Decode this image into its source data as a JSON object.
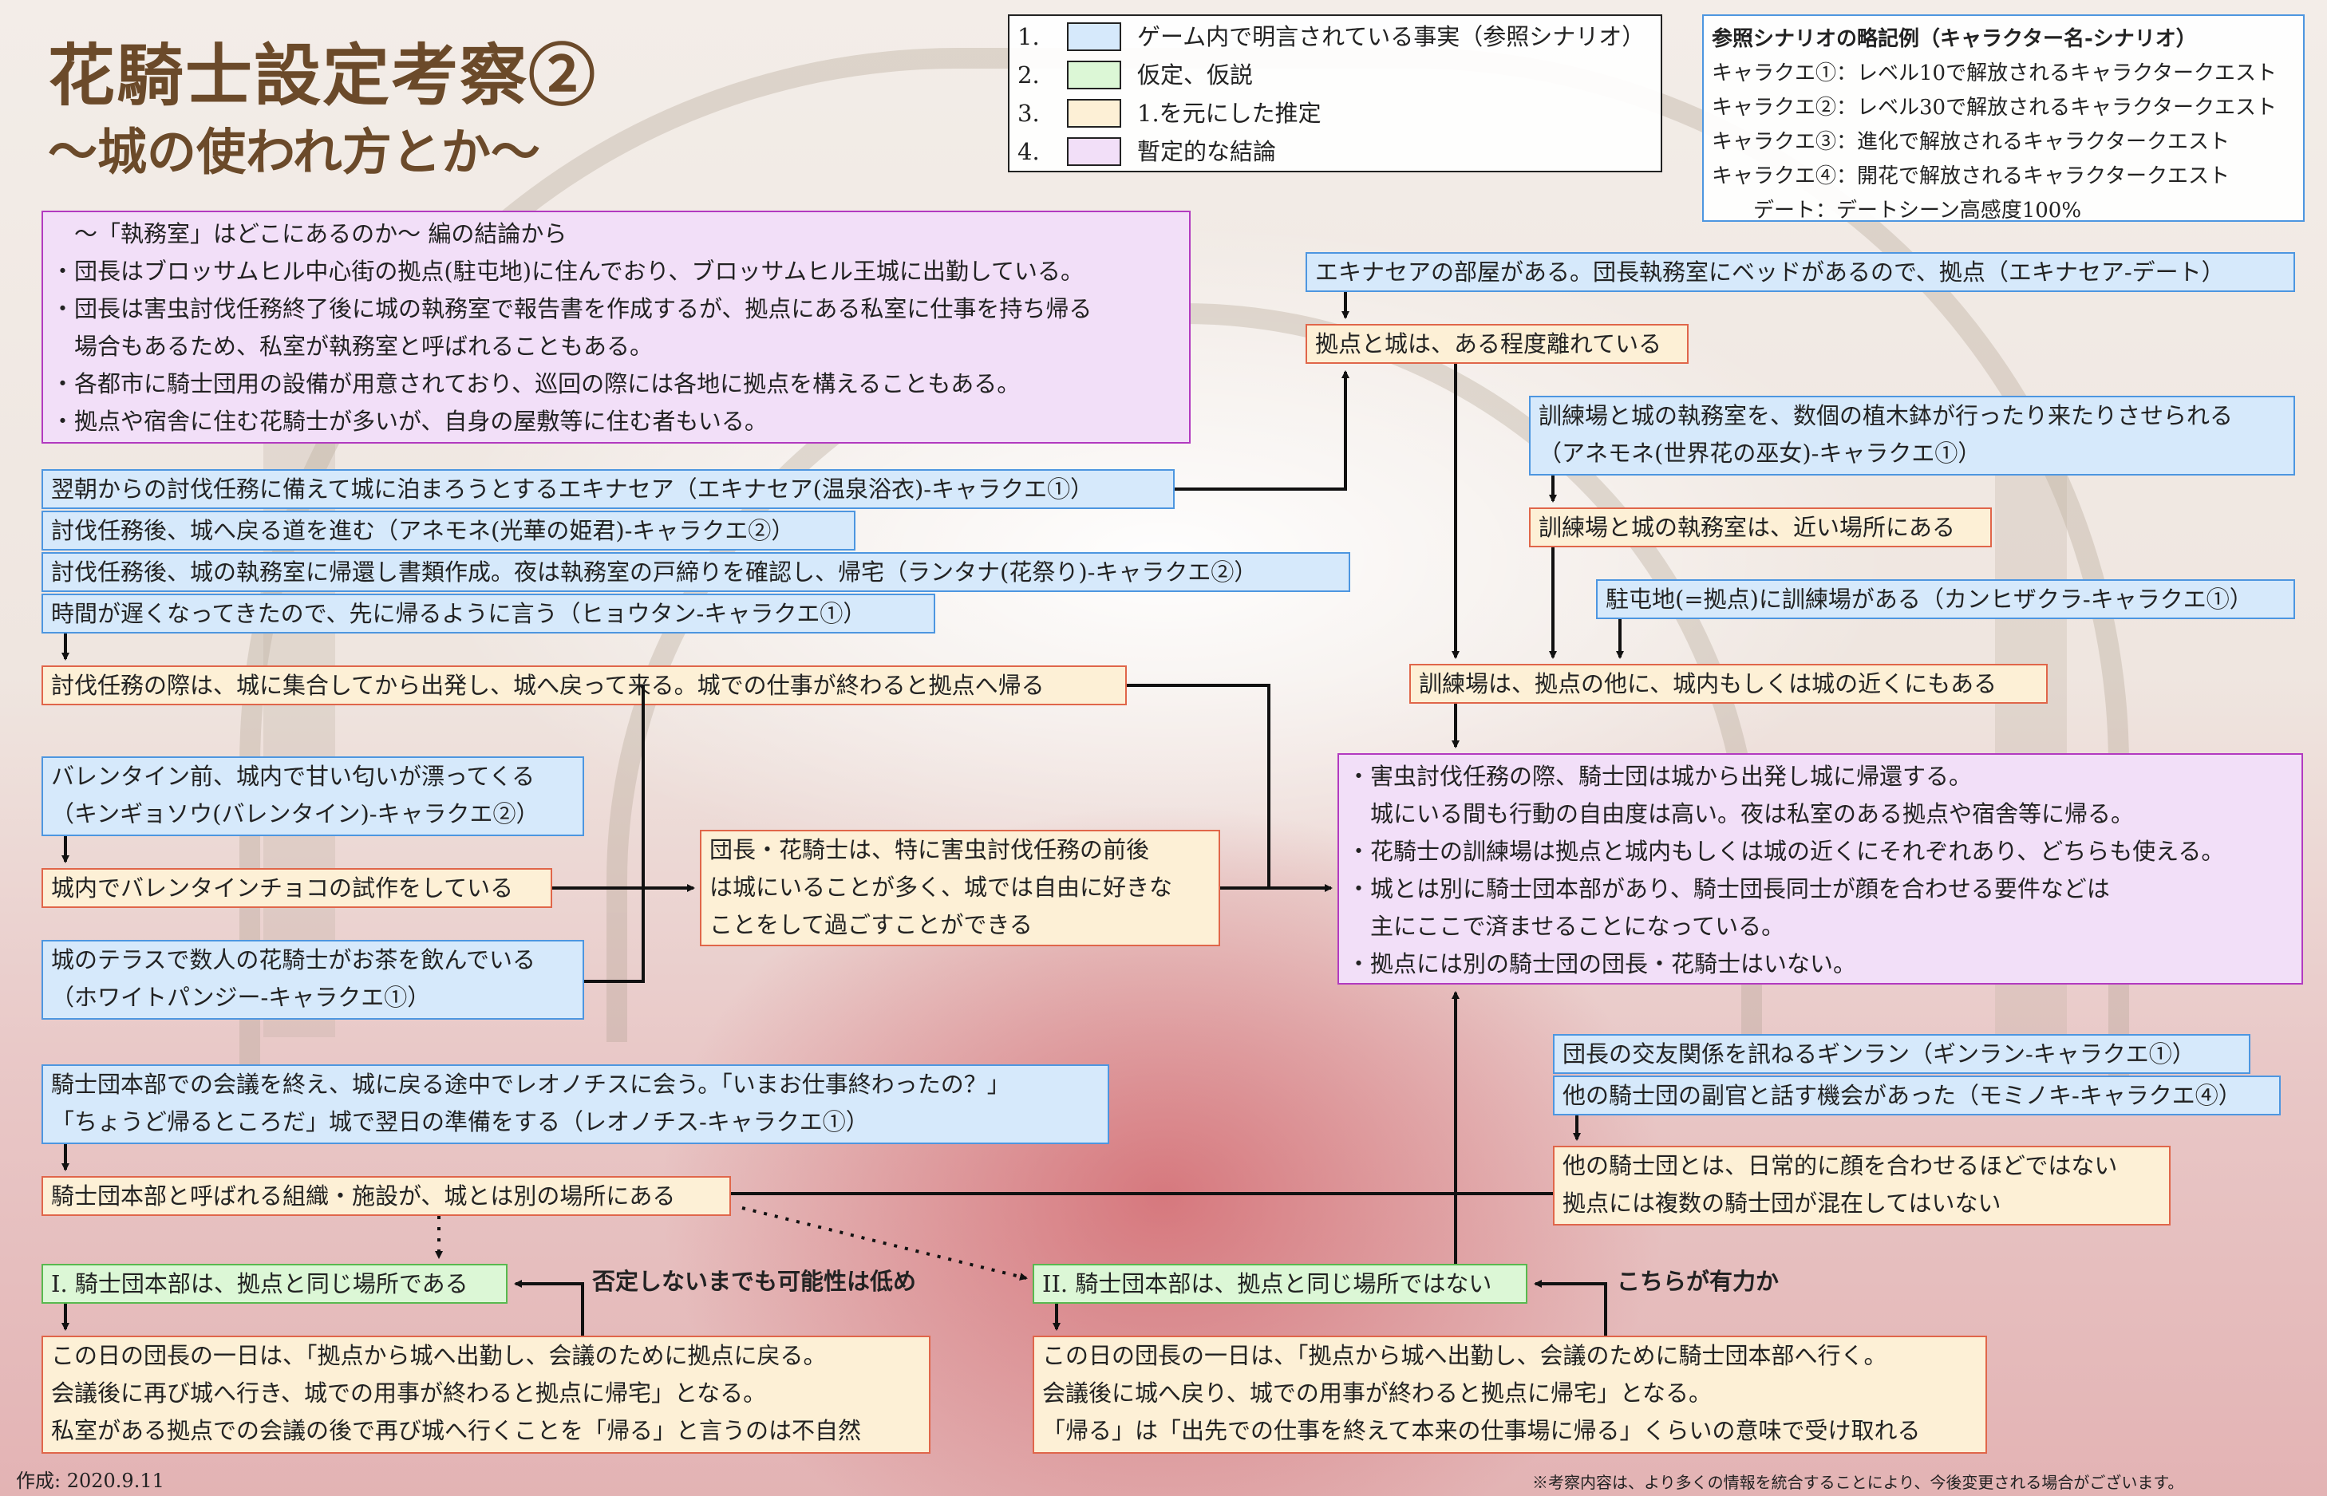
{
  "title": {
    "main": "花騎士設定考察②",
    "sub": "〜城の使われ方とか〜"
  },
  "legend": [
    {
      "num": "1.",
      "label": "ゲーム内で明言されている事実（参照シナリオ）",
      "color": "#d6e9fb"
    },
    {
      "num": "2.",
      "label": "仮定、仮説",
      "color": "#dcf7d6"
    },
    {
      "num": "3.",
      "label": "1.を元にした推定",
      "color": "#fdf0d6"
    },
    {
      "num": "4.",
      "label": "暫定的な結論",
      "color": "#f2dff8"
    }
  ],
  "reference": {
    "title": "参照シナリオの略記例（キャラクター名-シナリオ）",
    "lines": [
      "キャラクエ①：レベル10で解放されるキャラクタークエスト",
      "キャラクエ②：レベル30で解放されるキャラクタークエスト",
      "キャラクエ③：進化で解放されるキャラクタークエスト",
      "キャラクエ④：開花で解放されるキャラクタークエスト",
      "　　デート：デートシーン高感度100%"
    ]
  },
  "boxes": {
    "prev": [
      "　〜「執務室」はどこにあるのか〜 編の結論から",
      "・団長はブロッサムヒル中心街の拠点(駐屯地)に住んでおり、ブロッサムヒル王城に出勤している。",
      "・団長は害虫討伐任務終了後に城の執務室で報告書を作成するが、拠点にある私室に仕事を持ち帰る",
      "　場合もあるため、私室が執務室と呼ばれることもある。",
      "・各都市に騎士団用の設備が用意されており、巡回の際には各地に拠点を構えることもある。",
      "・拠点や宿舎に住む花騎士が多いが、自身の屋敷等に住む者もいる。"
    ],
    "f1": "翌朝からの討伐任務に備えて城に泊まろうとするエキナセア（エキナセア(温泉浴衣)-キャラクエ①）",
    "f2": "討伐任務後、城へ戻る道を進む（アネモネ(光華の姫君)-キャラクエ②）",
    "f3": "討伐任務後、城の執務室に帰還し書類作成。夜は執務室の戸締りを確認し、帰宅（ランタナ(花祭り)-キャラクエ②）",
    "f4": "時間が遅くなってきたので、先に帰るように言う（ヒョウタン-キャラクエ①）",
    "i1": "討伐任務の際は、城に集合してから出発し、城へ戻って来る。城での仕事が終わると拠点へ帰る",
    "f5": [
      "バレンタイン前、城内で甘い匂いが漂ってくる",
      "（キンギョソウ(バレンタイン)-キャラクエ②）"
    ],
    "i2": "城内でバレンタインチョコの試作をしている",
    "f6": [
      "城のテラスで数人の花騎士がお茶を飲んでいる",
      "（ホワイトパンジー-キャラクエ①）"
    ],
    "i3": [
      "団長・花騎士は、特に害虫討伐任務の前後",
      "は城にいることが多く、城では自由に好きな",
      "ことをして過ごすことができる"
    ],
    "f7": "エキナセアの部屋がある。団長執務室にベッドがあるので、拠点（エキナセア-デート）",
    "i4": "拠点と城は、ある程度離れている",
    "f8": [
      "訓練場と城の執務室を、数個の植木鉢が行ったり来たりさせられる",
      "（アネモネ(世界花の巫女)-キャラクエ①）"
    ],
    "i5": "訓練場と城の執務室は、近い場所にある",
    "f9": "駐屯地(=拠点)に訓練場がある（カンヒザクラ-キャラクエ①）",
    "i6": "訓練場は、拠点の他に、城内もしくは城の近くにもある",
    "conc": [
      "・害虫討伐任務の際、騎士団は城から出発し城に帰還する。",
      "　城にいる間も行動の自由度は高い。夜は私室のある拠点や宿舎等に帰る。",
      "・花騎士の訓練場は拠点と城内もしくは城の近くにそれぞれあり、どちらも使える。",
      "・城とは別に騎士団本部があり、騎士団長同士が顔を合わせる要件などは",
      "　主にここで済ませることになっている。",
      "・拠点には別の騎士団の団長・花騎士はいない。"
    ],
    "f10": [
      "騎士団本部での会議を終え、城に戻る途中でレオノチスに会う。「いまお仕事終わったの？」",
      "「ちょうど帰るところだ」城で翌日の準備をする（レオノチス-キャラクエ①）"
    ],
    "i7": "騎士団本部と呼ばれる組織・施設が、城とは別の場所にある",
    "f11": "団長の交友関係を訊ねるギンラン（ギンラン-キャラクエ①）",
    "f12": "他の騎士団の副官と話す機会があった（モミノキ-キャラクエ④）",
    "i8": [
      "他の騎士団とは、日常的に顔を合わせるほどではない",
      "拠点には複数の騎士団が混在してはいない"
    ],
    "h1": "I. 騎士団本部は、拠点と同じ場所である",
    "h2": "II. 騎士団本部は、拠点と同じ場所ではない",
    "i9": [
      "この日の団長の一日は、「拠点から城へ出勤し、会議のために拠点に戻る。",
      "会議後に再び城へ行き、城での用事が終わると拠点に帰宅」となる。",
      "私室がある拠点での会議の後で再び城へ行くことを「帰る」と言うのは不自然"
    ],
    "i10": [
      "この日の団長の一日は、「拠点から城へ出勤し、会議のために騎士団本部へ行く。",
      "会議後に城へ戻り、城での用事が終わると拠点に帰宅」となる。",
      "「帰る」は「出先での仕事を終えて本来の仕事場に帰る」くらいの意味で受け取れる"
    ]
  },
  "labels": {
    "neg": "否定しないまでも可能性は低め",
    "pos": "こちらが有力か"
  },
  "footer": {
    "created": "作成: 2020.9.11",
    "note": "※考察内容は、より多くの情報を統合することにより、今後変更される場合がございます。"
  }
}
